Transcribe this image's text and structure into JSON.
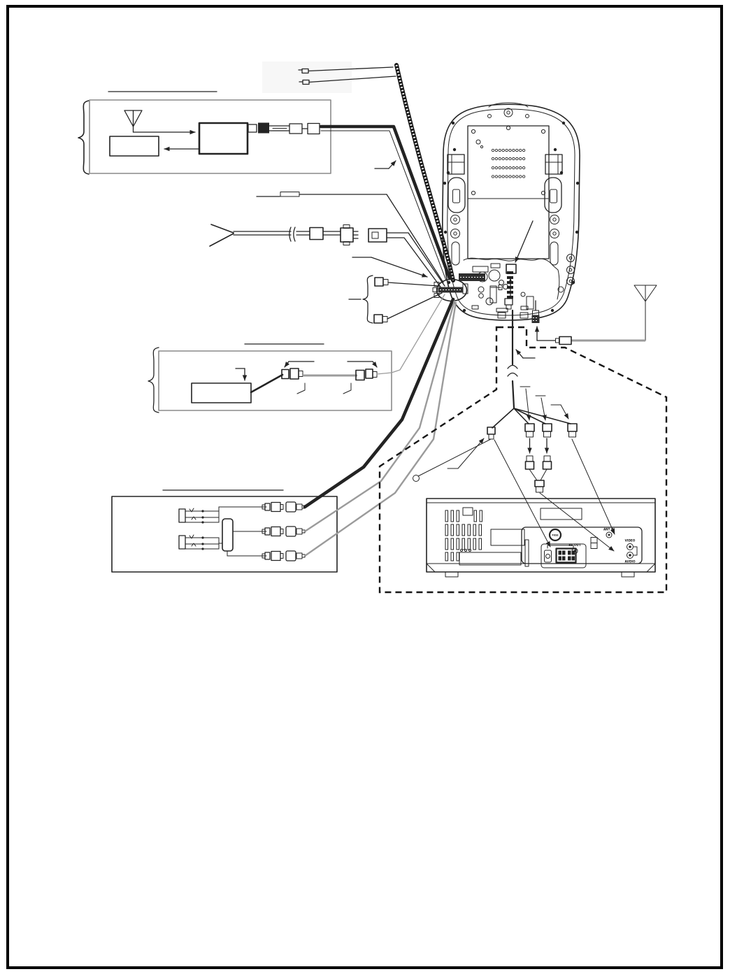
{
  "page": {
    "background_color": "#ffffff",
    "border_color": "#000000"
  },
  "diagram": {
    "ink_color": "#232323",
    "gray_cable_color": "#9b9b9b",
    "tuner": {
      "fuse_label": "FUSE",
      "ports": {
        "ant_in": "ANT IN",
        "rf_out": "RF OUT",
        "video": "VIDEO",
        "audio": "AUDIO"
      }
    }
  }
}
